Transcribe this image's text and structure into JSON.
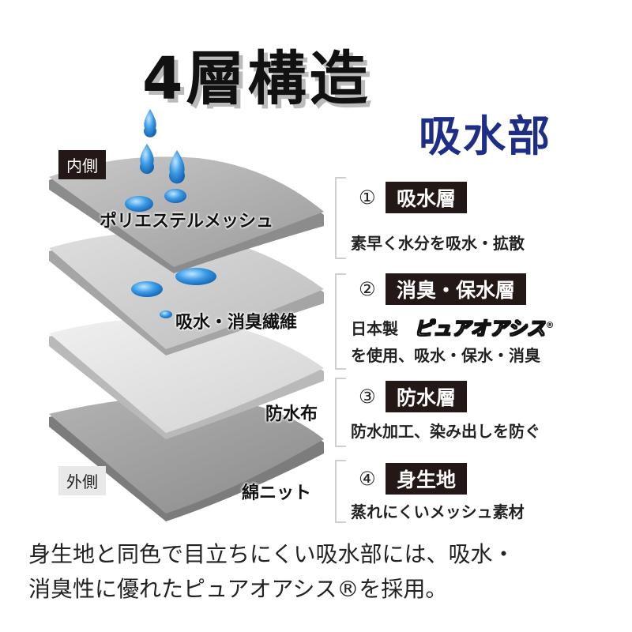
{
  "title": "4層構造",
  "subtitle": "吸水部",
  "side_labels": {
    "inner": "内側",
    "outer": "外側"
  },
  "layers": [
    {
      "name": "ポリエステルメッシュ"
    },
    {
      "name": "吸水・消臭繊維"
    },
    {
      "name": "防水布"
    },
    {
      "name": "綿ニット"
    }
  ],
  "details": [
    {
      "number": "①",
      "badge": "吸水層",
      "desc": "素早く水分を吸水・拡散"
    },
    {
      "number": "②",
      "badge": "消臭・保水層",
      "desc_prefix": "日本製",
      "brand": "ピュアオアシス",
      "brand_mark": "®",
      "desc": "を使用、吸水・保水・消臭"
    },
    {
      "number": "③",
      "badge": "防水層",
      "desc": "防水加工、染み出しを防ぐ"
    },
    {
      "number": "④",
      "badge": "身生地",
      "desc": "蒸れにくいメッシュ素材"
    }
  ],
  "footer": {
    "line1": "身生地と同色で目立ちにくい吸水部には、吸水・",
    "line2": "消臭性に優れたピュアオアシス®を採用。"
  },
  "colors": {
    "accent": "#1e2e86",
    "badge": "#231815",
    "drop": "#2b8fe0"
  },
  "icons": {
    "drop": "water-drop-icon"
  }
}
